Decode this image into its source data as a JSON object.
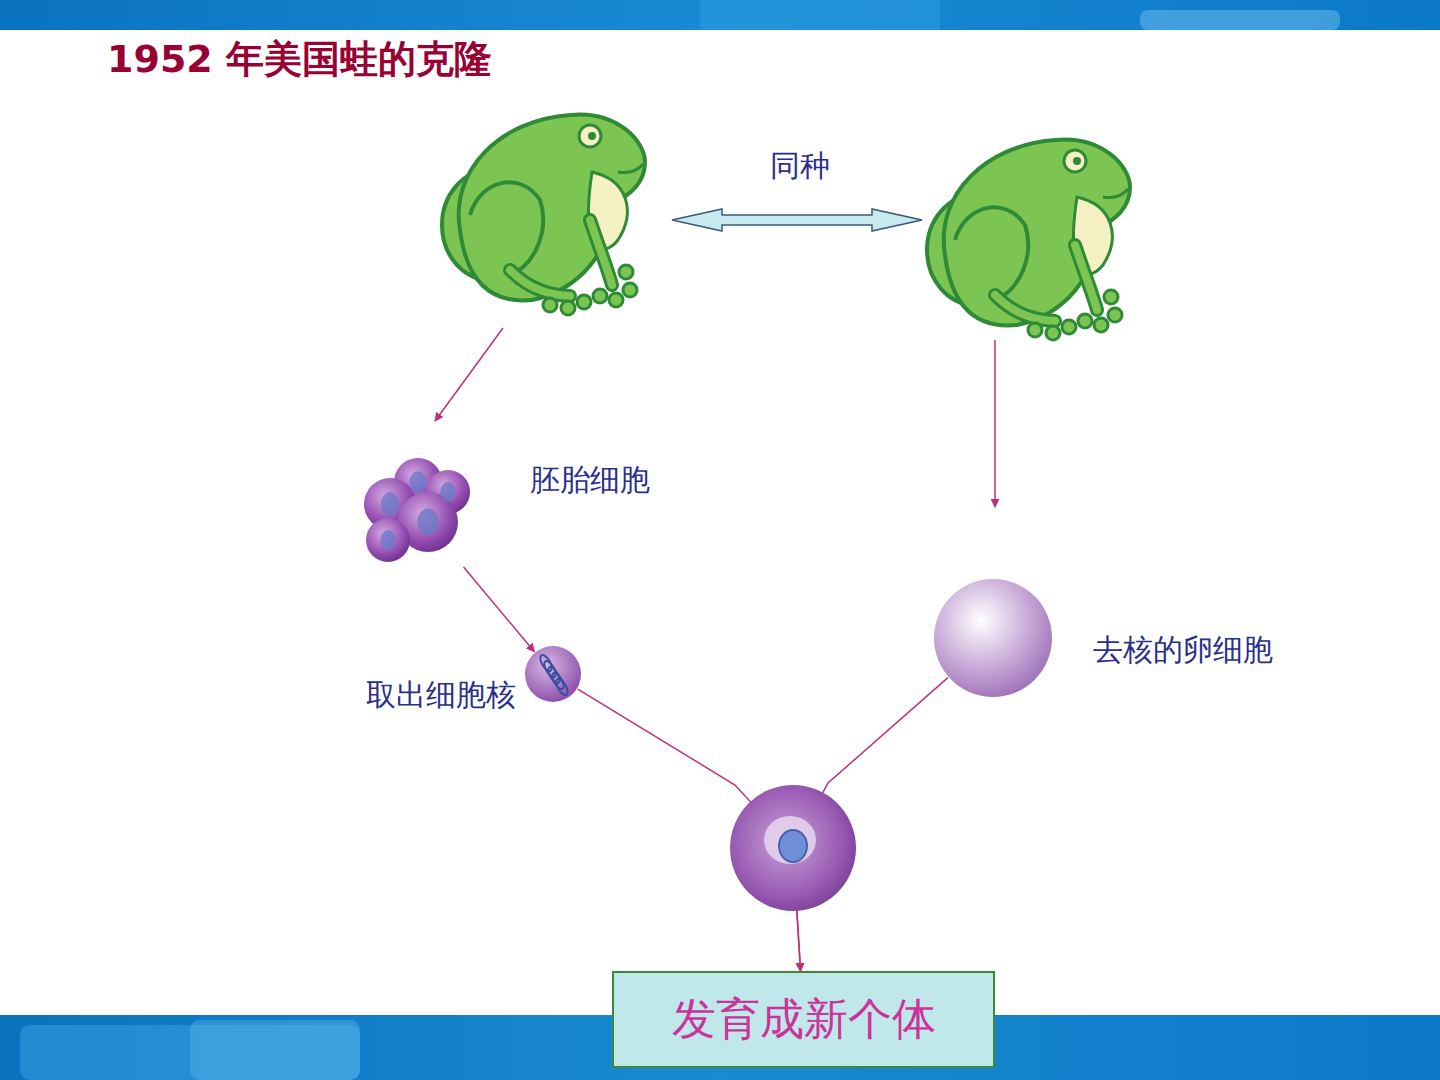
{
  "diagram": {
    "title": "1952 年美国蛙的克隆",
    "nodes": [
      {
        "text": [
          "胚胎细胞"
        ]
      },
      {
        "text": [
          "取出细胞核"
        ]
      },
      {
        "text": [
          "去核的卵细胞"
        ]
      },
      {
        "text": [
          "发育成新个体"
        ]
      }
    ],
    "edges": [
      {
        "from": 0,
        "to": 1,
        "arrow": "to"
      },
      {
        "from": 1,
        "to": 3,
        "arrow": "to"
      },
      {
        "from": 2,
        "to": 3,
        "arrow": "to"
      }
    ],
    "labels": [
      "同种"
    ]
  }
}
